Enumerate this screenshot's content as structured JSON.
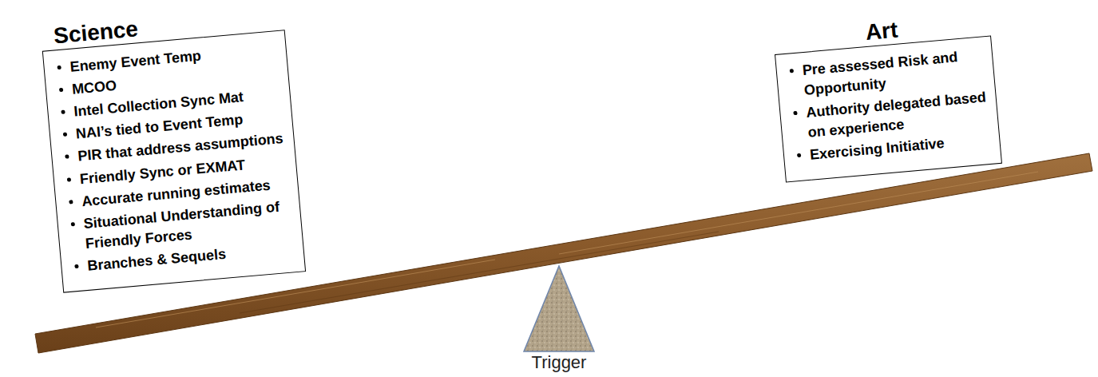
{
  "diagram": {
    "nodes": [
      {
        "text": [
          "Science",
          "Enemy Event Temp",
          "MCOO",
          "Intel Collection Sync Mat",
          "NAI’s tied to Event Temp",
          "PIR that address assumptions",
          "Friendly Sync or EXMAT",
          "Accurate running estimates",
          "Situational Understanding of Friendly Forces",
          "Branches & Sequels"
        ]
      },
      {
        "text": [
          "Art",
          "Pre assessed Risk and Opportunity",
          "Authority delegated based on experience",
          "Exercising Initiative"
        ]
      }
    ],
    "labels": [
      "Trigger"
    ]
  }
}
